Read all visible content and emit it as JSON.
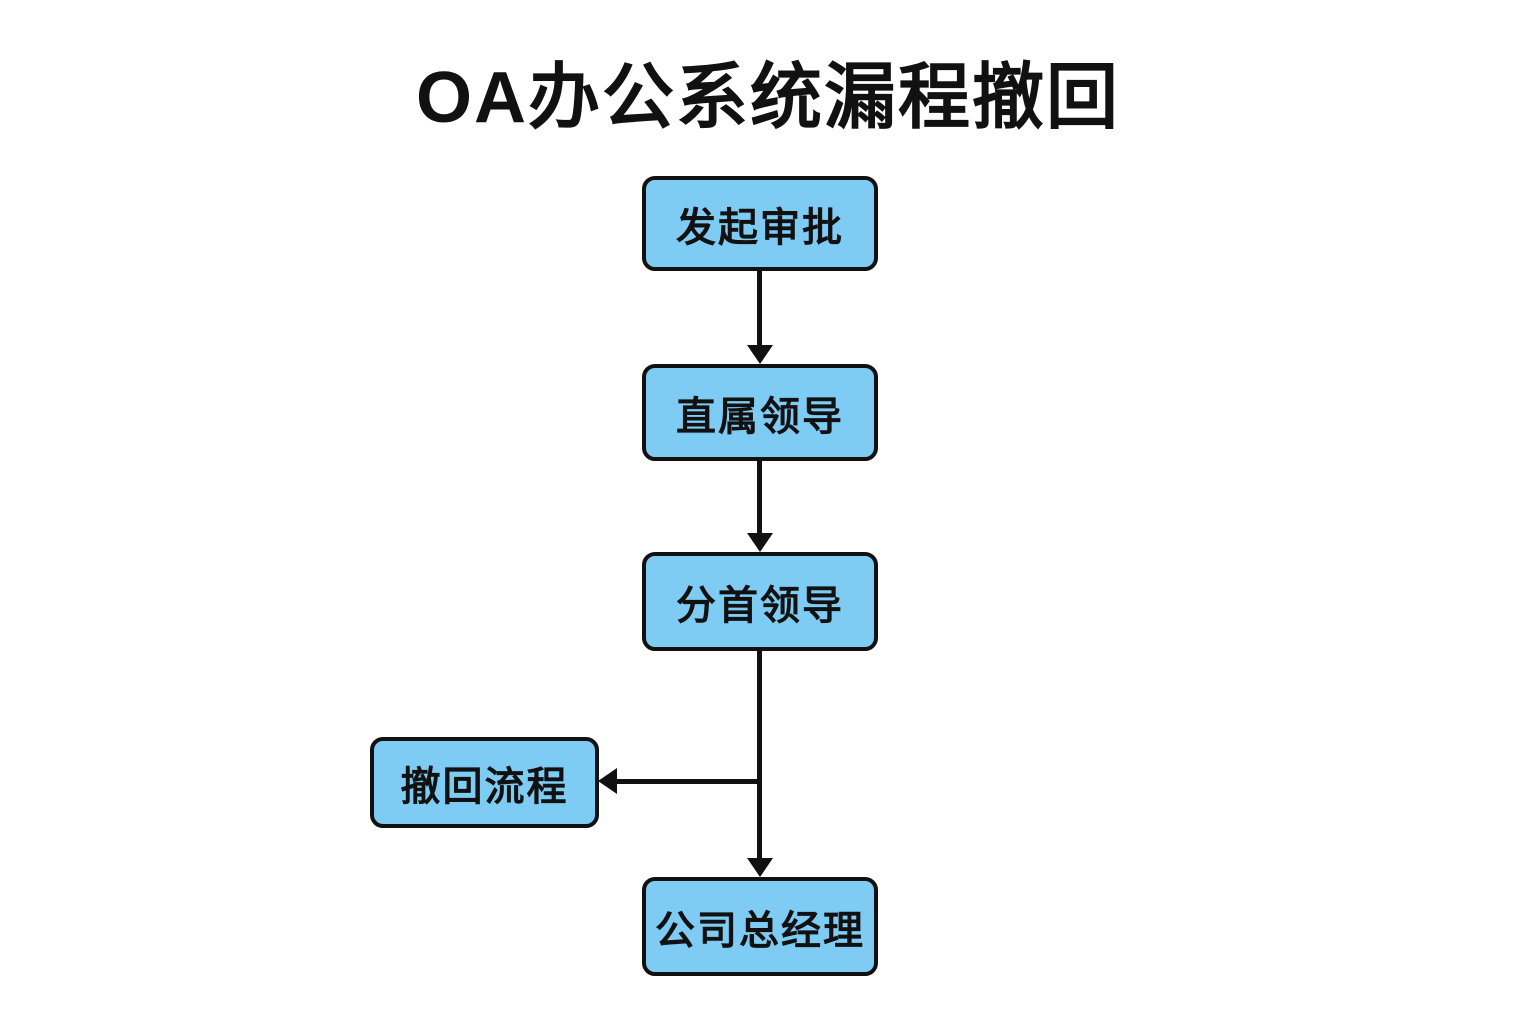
{
  "title": "OA办公系统漏程撤回",
  "colors": {
    "background": "#ffffff",
    "node_fill": "#7ecbf3",
    "node_border": "#111111",
    "connector": "#111111",
    "text": "#111111"
  },
  "nodes": [
    {
      "id": "initiate-approval",
      "label": "发起审批"
    },
    {
      "id": "direct-leader",
      "label": "直属领导"
    },
    {
      "id": "division-leader",
      "label": "分首领导"
    },
    {
      "id": "withdraw-process",
      "label": "撤回流程"
    },
    {
      "id": "general-manager",
      "label": "公司总经理"
    }
  ],
  "edges": [
    {
      "from": "initiate-approval",
      "to": "direct-leader",
      "type": "arrow-down"
    },
    {
      "from": "direct-leader",
      "to": "division-leader",
      "type": "arrow-down"
    },
    {
      "from": "division-leader",
      "to": "general-manager",
      "type": "arrow-down"
    },
    {
      "from": "division-leader",
      "to": "withdraw-process",
      "type": "arrow-left-branch"
    }
  ]
}
